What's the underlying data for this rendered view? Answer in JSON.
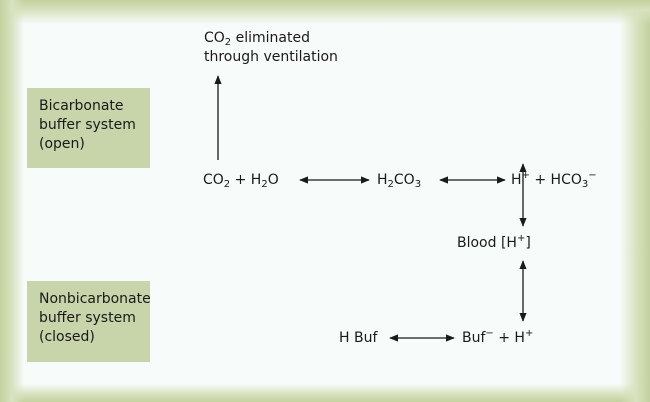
{
  "labels": {
    "open_box": [
      "Bicarbonate",
      "buffer system",
      "(open)"
    ],
    "closed_box": [
      "Nonbicarbonate",
      "buffer system",
      "(closed)"
    ]
  },
  "top_note": {
    "line1_pre": "CO",
    "line1_sub": "2",
    "line1_post": " eliminated",
    "line2": "through ventilation"
  },
  "row1": {
    "co2": "CO",
    "co2_sub": "2",
    "plus_h2o": " + H",
    "h2o_sub": "2",
    "o": "O",
    "h2co3_h": "H",
    "h2co3_sub1": "2",
    "h2co3_co": "CO",
    "h2co3_sub2": "3",
    "h": "H",
    "h_sup": "+",
    "hco3": " + HCO",
    "hco3_sub": "3",
    "hco3_sup": "−"
  },
  "blood": {
    "pre": "Blood [H",
    "sup": "+",
    "post": "]"
  },
  "row2": {
    "hbuf": "H Buf",
    "buf": "Buf",
    "buf_sup": "−",
    "plus_h": " + H",
    "h_sup": "+"
  }
}
